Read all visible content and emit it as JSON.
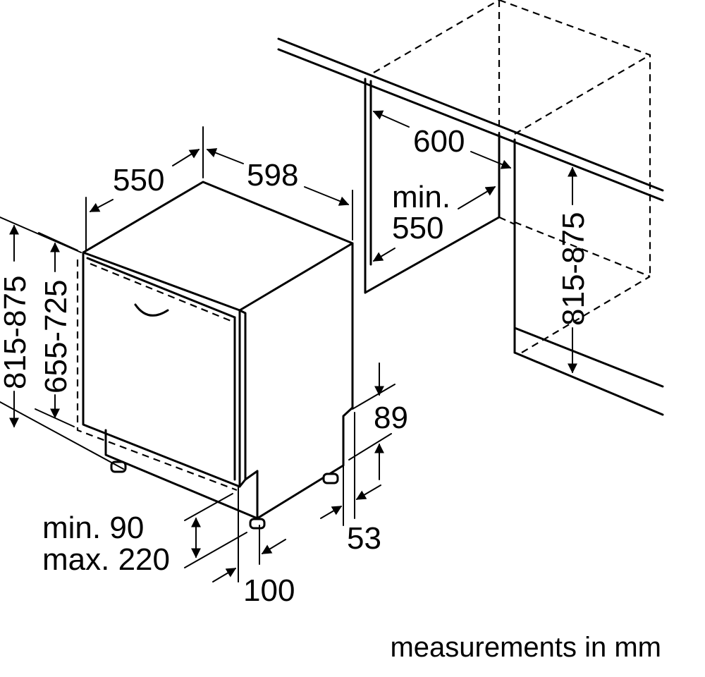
{
  "diagram": {
    "dimensions": {
      "depth": "550",
      "width": "598",
      "niche_width": "600",
      "niche_depth_line1": "min.",
      "niche_depth_line2": "550",
      "niche_height": "815-875",
      "total_height": "815-875",
      "door_height": "655-725",
      "kick_top": "89",
      "kick_bottom": "53",
      "plinth_line1": "min. 90",
      "plinth_line2": "max. 220",
      "foot_offset": "100"
    },
    "caption": "measurements in mm"
  }
}
